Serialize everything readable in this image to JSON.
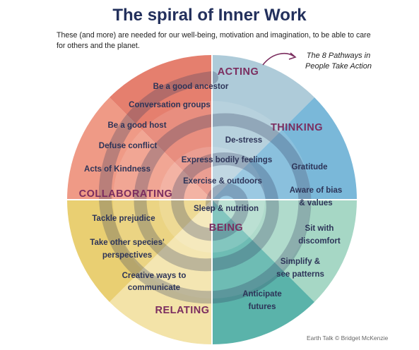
{
  "title": "The spiral of Inner Work",
  "intro": "These (and more) are needed for our well-being, motivation and imagination, to be able to care for others and the planet.",
  "note": "The 8 Pathways in People Take Action",
  "credit": "Earth Talk © Bridget McKenzie",
  "categories": {
    "acting": "ACTING",
    "thinking": "THINKING",
    "collaborating": "COLLABORATING",
    "being": "BEING",
    "relating": "RELATING"
  },
  "items": {
    "ancestor": "Be a good ancestor",
    "conversation": "Conversation groups",
    "host": "Be a good host",
    "defuse": "Defuse conflict",
    "kindness": "Acts of Kindness",
    "destress": "De-stress",
    "express": "Express bodily feelings",
    "gratitude": "Gratitude",
    "exercise": "Exercise & outdoors",
    "bias_1": "Aware of bias",
    "bias_2": "& values",
    "sleep": "Sleep & nutrition",
    "prejudice": "Tackle prejudice",
    "sit_1": "Sit with",
    "sit_2": "discomfort",
    "species_1": "Take other species'",
    "species_2": "perspectives",
    "simplify_1": "Simplify &",
    "simplify_2": "see patterns",
    "creative_1": "Creative ways to",
    "creative_2": "communicate",
    "futures_1": "Anticipate",
    "futures_2": "futures"
  },
  "colors": {
    "acting": "#aecbd9",
    "thinking": "#7ab8d9",
    "being": "#a6d7c5",
    "being_outer": "#5ab3aa",
    "relating": "#f3e3a8",
    "relating_dark": "#e9cf72",
    "collaborating": "#ef9a86",
    "collaborating_dark": "#e57f6e",
    "label": "#2d3458",
    "category": "#7b2d5f",
    "title": "#23305c"
  }
}
